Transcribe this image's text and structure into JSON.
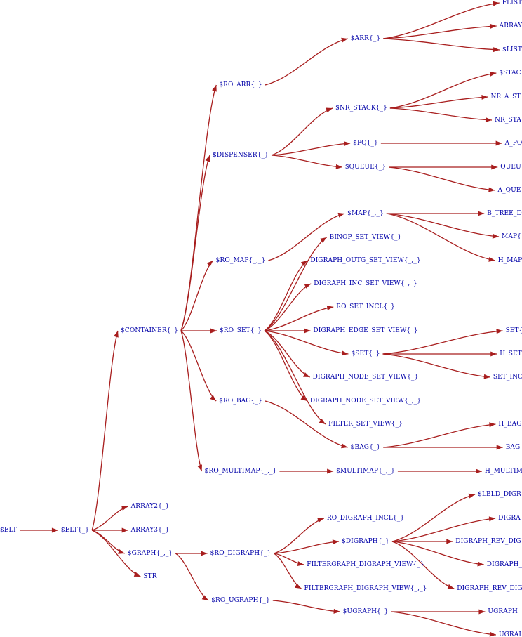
{
  "graph": {
    "nodes": {
      "elt_root": "$ELT",
      "elt": "$ELT{_}",
      "array2": "ARRAY2{_}",
      "array3": "ARRAY3{_}",
      "graph": "$GRAPH{_,_}",
      "str": "STR",
      "container": "$CONTAINER{_}",
      "ro_arr": "$RO_ARR{_}",
      "arr": "$ARR{_}",
      "flist": "FLIST",
      "array": "ARRAY",
      "list": "$LIST",
      "dispenser": "$DISPENSER{_}",
      "nr_stack": "$NR_STACK{_}",
      "stack": "$STAC",
      "nr_a_stack": "NR_A_ST",
      "nr_stack_leaf": "NR_STA",
      "pq": "$PQ{_}",
      "a_pq": "A_PQ",
      "queue": "$QUEUE{_}",
      "queue_leaf": "QUEU",
      "a_queue": "A_QUE",
      "ro_map": "$RO_MAP{_,_}",
      "map": "$MAP{_,_}",
      "b_tree": "B_TREE_D",
      "map_leaf": "MAP{",
      "h_map": "H_MAP",
      "ro_set": "$RO_SET{_}",
      "binop_set_view": "BINOP_SET_VIEW{_}",
      "digraph_outg_set_view": "DIGRAPH_OUTG_SET_VIEW{_,_}",
      "digraph_inc_set_view": "DIGRAPH_INC_SET_VIEW{_,_}",
      "ro_set_incl": "RO_SET_INCL{_}",
      "digraph_edge_set_view": "DIGRAPH_EDGE_SET_VIEW{_}",
      "set": "$SET{_}",
      "set_leaf": "SET{",
      "h_set": "H_SET",
      "set_inc": "SET_INC",
      "digraph_node_set_view1": "DIGRAPH_NODE_SET_VIEW{_}",
      "digraph_node_set_view2": "DIGRAPH_NODE_SET_VIEW{_,_}",
      "filter_set_view": "FILTER_SET_VIEW{_}",
      "ro_bag": "$RO_BAG{_}",
      "bag": "$BAG{_}",
      "h_bag": "H_BAG",
      "bag_leaf": "BAG",
      "ro_multimap": "$RO_MULTIMAP{_,_}",
      "multimap": "$MULTIMAP{_,_}",
      "h_multimap": "H_MULTIM",
      "ro_digraph": "$RO_DIGRAPH{_}",
      "ro_digraph_incl": "RO_DIGRAPH_INCL{_}",
      "digraph": "$DIGRAPH{_}",
      "lbld_digraph": "$LBLD_DIGR",
      "digraph_leaf": "DIGRA",
      "digraph_rev_1": "DIGRAPH_REV_DIG",
      "digraph_leaf2": "DIGRAPH_",
      "digraph_rev_2": "DIGRAPH_REV_DIG",
      "filtergraph_1": "FILTERGRAPH_DIGRAPH_VIEW{_}",
      "filtergraph_2": "FILTERGRAPH_DIGRAPH_VIEW{_,_}",
      "ro_ugraph": "$RO_UGRAPH{_}",
      "ugraph": "$UGRAPH{_}",
      "ugraph_leaf1": "UGRAPH_",
      "ugraph_leaf2": "UGRAI"
    },
    "edges": [
      [
        "elt_root",
        "elt"
      ],
      [
        "elt",
        "container"
      ],
      [
        "elt",
        "array2"
      ],
      [
        "elt",
        "array3"
      ],
      [
        "elt",
        "graph"
      ],
      [
        "elt",
        "str"
      ],
      [
        "container",
        "ro_arr"
      ],
      [
        "container",
        "dispenser"
      ],
      [
        "container",
        "ro_map"
      ],
      [
        "container",
        "ro_set"
      ],
      [
        "container",
        "ro_bag"
      ],
      [
        "container",
        "ro_multimap"
      ],
      [
        "ro_arr",
        "arr"
      ],
      [
        "arr",
        "flist"
      ],
      [
        "arr",
        "array"
      ],
      [
        "arr",
        "list"
      ],
      [
        "dispenser",
        "nr_stack"
      ],
      [
        "dispenser",
        "pq"
      ],
      [
        "dispenser",
        "queue"
      ],
      [
        "nr_stack",
        "stack"
      ],
      [
        "nr_stack",
        "nr_a_stack"
      ],
      [
        "nr_stack",
        "nr_stack_leaf"
      ],
      [
        "pq",
        "a_pq"
      ],
      [
        "queue",
        "queue_leaf"
      ],
      [
        "queue",
        "a_queue"
      ],
      [
        "ro_map",
        "map"
      ],
      [
        "map",
        "b_tree"
      ],
      [
        "map",
        "map_leaf"
      ],
      [
        "map",
        "h_map"
      ],
      [
        "ro_set",
        "binop_set_view"
      ],
      [
        "ro_set",
        "digraph_outg_set_view"
      ],
      [
        "ro_set",
        "digraph_inc_set_view"
      ],
      [
        "ro_set",
        "ro_set_incl"
      ],
      [
        "ro_set",
        "digraph_edge_set_view"
      ],
      [
        "ro_set",
        "set"
      ],
      [
        "ro_set",
        "digraph_node_set_view1"
      ],
      [
        "ro_set",
        "digraph_node_set_view2"
      ],
      [
        "ro_set",
        "filter_set_view"
      ],
      [
        "set",
        "set_leaf"
      ],
      [
        "set",
        "h_set"
      ],
      [
        "set",
        "set_inc"
      ],
      [
        "ro_bag",
        "bag"
      ],
      [
        "bag",
        "h_bag"
      ],
      [
        "bag",
        "bag_leaf"
      ],
      [
        "ro_multimap",
        "multimap"
      ],
      [
        "multimap",
        "h_multimap"
      ],
      [
        "graph",
        "ro_digraph"
      ],
      [
        "graph",
        "ro_ugraph"
      ],
      [
        "ro_digraph",
        "ro_digraph_incl"
      ],
      [
        "ro_digraph",
        "digraph"
      ],
      [
        "ro_digraph",
        "filtergraph_1"
      ],
      [
        "ro_digraph",
        "filtergraph_2"
      ],
      [
        "digraph",
        "lbld_digraph"
      ],
      [
        "digraph",
        "digraph_leaf"
      ],
      [
        "digraph",
        "digraph_rev_1"
      ],
      [
        "digraph",
        "digraph_leaf2"
      ],
      [
        "digraph",
        "digraph_rev_2"
      ],
      [
        "ro_ugraph",
        "ugraph"
      ],
      [
        "ugraph",
        "ugraph_leaf1"
      ],
      [
        "ugraph",
        "ugraph_leaf2"
      ]
    ]
  },
  "colors": {
    "edge": "#a81e1e",
    "label": "#0000a8",
    "background": "#ffffff"
  }
}
